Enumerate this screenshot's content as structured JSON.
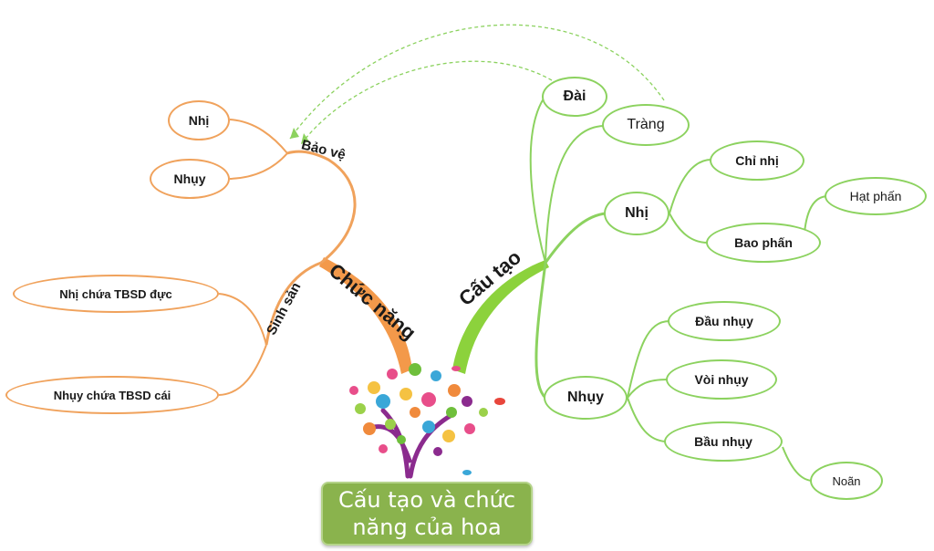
{
  "center": {
    "line1": "Cấu tạo và chức",
    "line2": "năng của hoa"
  },
  "colors": {
    "left_branch": "#f0a25c",
    "right_branch": "#8cd25f",
    "center_box": "#8ab34d"
  },
  "left": {
    "main_label": "Chức năng",
    "protect": {
      "label": "Bảo vệ",
      "items": [
        "Nhị",
        "Nhụy"
      ]
    },
    "reproduce": {
      "label": "Sinh sản",
      "items": [
        "Nhị chứa TBSD đực",
        "Nhụy chứa TBSD cái"
      ]
    }
  },
  "right": {
    "main_label": "Cấu tạo",
    "dai": "Đài",
    "trang": "Tràng",
    "nhi": {
      "label": "Nhị",
      "children": [
        "Chỉ nhị",
        "Bao phấn"
      ],
      "grandchild": "Hạt phấn"
    },
    "nhuy": {
      "label": "Nhụy",
      "children": [
        "Đầu nhụy",
        "Vòi nhụy",
        "Bầu nhụy"
      ],
      "grandchild": "Noãn"
    }
  }
}
